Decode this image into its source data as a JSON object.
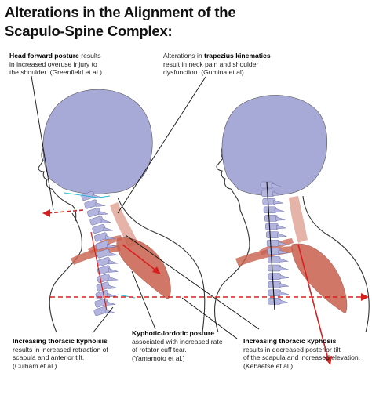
{
  "title": {
    "line1": "Alterations in the Alignment of the",
    "line2": "Scapulo-Spine Complex:"
  },
  "captions": {
    "head_forward": {
      "bold": "Head forward posture",
      "rest1": " results",
      "line2": "in increased overuse injury to",
      "line3": "the shoulder. (Greenfield et al.)"
    },
    "trapezius": {
      "pre": "Alterations in ",
      "bold": "trapezius kinematics",
      "line2": "result in neck pain and shoulder",
      "line3": "dysfunction. (Gumina et al)"
    },
    "kyphosis_left": {
      "bold": "Increasing thoracic kyphoisis",
      "line2": "results in increased retraction of",
      "line3": "scapula and anterior tilt.",
      "line4": "(Culham et al.)"
    },
    "kyphotic_lordotic": {
      "bold": "Kyphotic-lordotic posture",
      "line2": "associated with increased rate",
      "line3": "of rotator cuff tear.",
      "line4": "(Yamamoto et al.)"
    },
    "kyphosis_right": {
      "bold": "Increasing thoracic kyphosis",
      "line2": "results in decreased posterior tilt",
      "line3": "of the scapula and increased elevation.",
      "line4": "(Kebaetse et al.)"
    }
  },
  "colors": {
    "head": "#a7a9d6",
    "vertebra": "#b3b5de",
    "muscle": "#c8604e",
    "muscle_light": "#e3aba0",
    "arrow": "#d62020",
    "leader": "#111111",
    "cyan": "#2bb5d6"
  }
}
